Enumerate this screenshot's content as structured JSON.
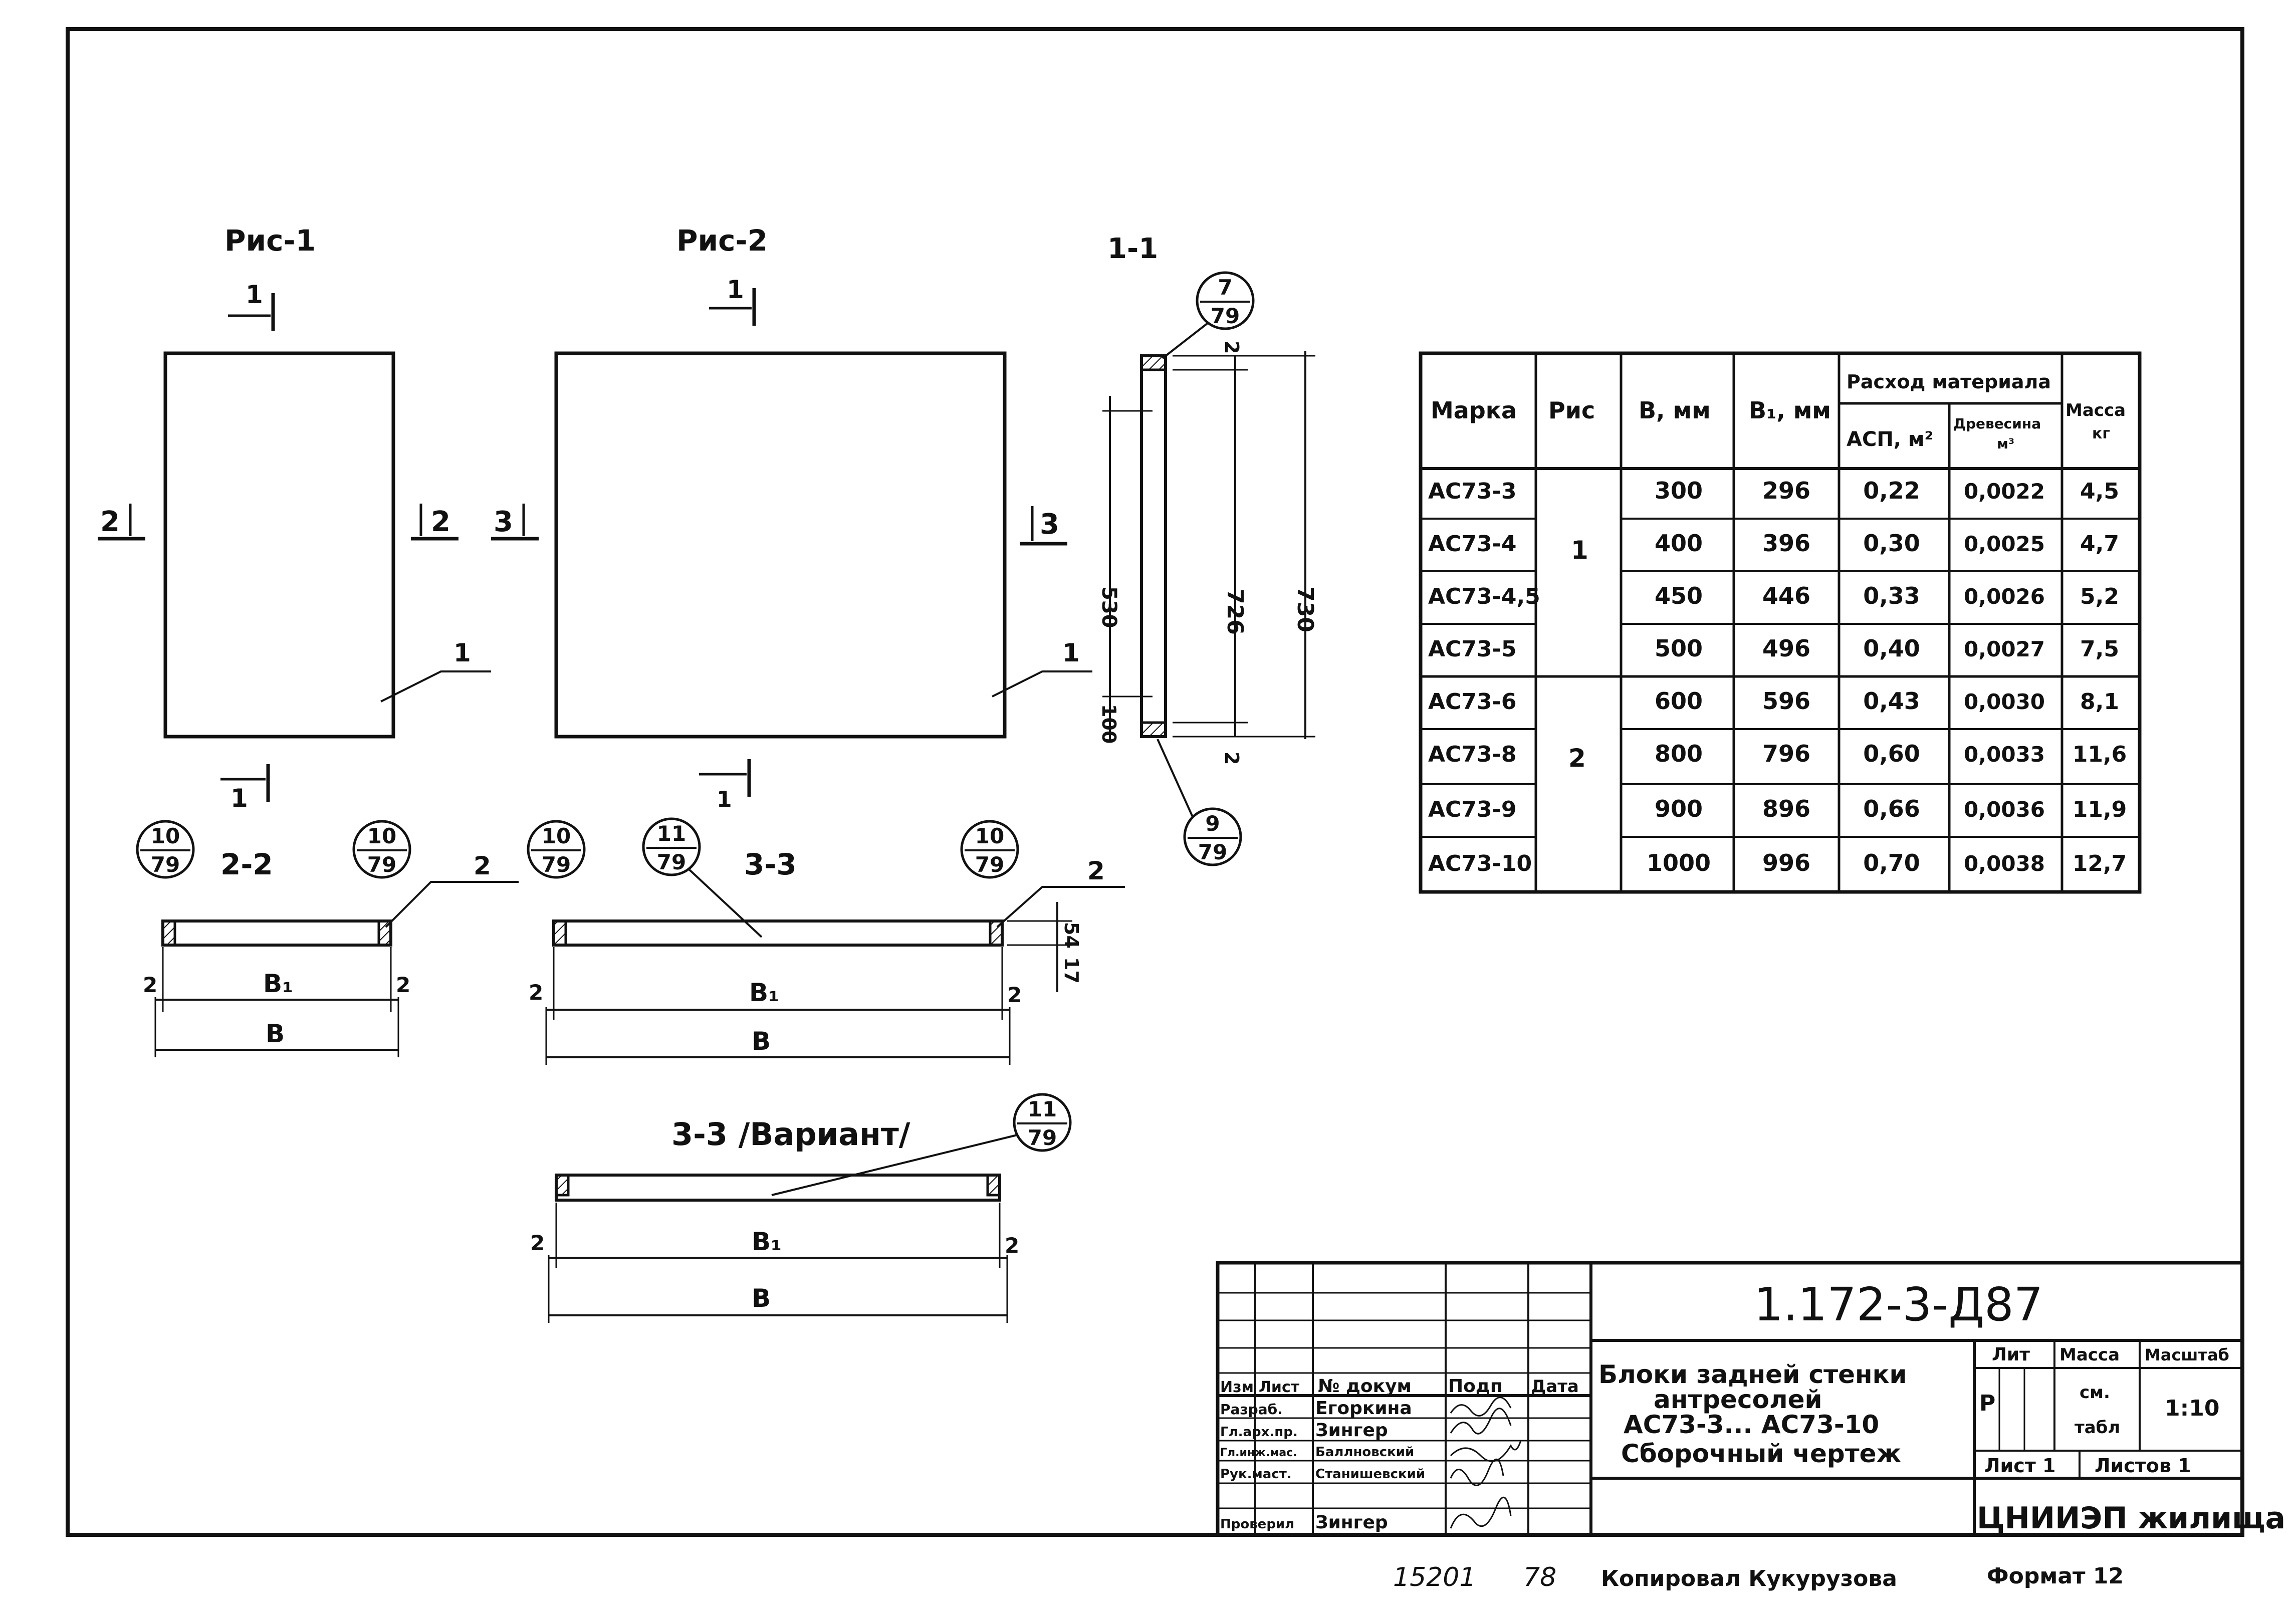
{
  "figures": {
    "fig1_title": "Рис-1",
    "fig2_title": "Рис-2",
    "section_1_1": "1-1",
    "section_2_2": "2-2",
    "section_3_3": "3-3",
    "section_3_3_variant": "3-3 /Вариант/",
    "cut_1": "1",
    "cut_2": "2",
    "cut_3": "3",
    "leader_1": "1",
    "leader_2": "2",
    "callouts": {
      "c7_79": [
        "7",
        "79"
      ],
      "c9_79": [
        "9",
        "79"
      ],
      "c10_79": [
        "10",
        "79"
      ],
      "c11_79": [
        "11",
        "79"
      ]
    },
    "dims": {
      "d530": "530",
      "d726": "726",
      "d730": "730",
      "d100": "100",
      "d2": "2",
      "d54": "54",
      "d17": "17",
      "b": "В",
      "b1": "В₁"
    }
  },
  "table": {
    "headers": {
      "marka": "Марка",
      "ris": "Рис",
      "b_mm": "В, мм",
      "b1_mm": "В₁, мм",
      "rashod": "Расход материала",
      "asp": "АСП, м²",
      "drevesina": "Древесина",
      "drevesina_unit": "м³",
      "massa": "Масса",
      "massa_unit": "кг"
    },
    "ris_groups": [
      "1",
      "2"
    ],
    "rows": [
      {
        "marka": "АС73-3",
        "b": "300",
        "b1": "296",
        "asp": "0,22",
        "wood": "0,0022",
        "mass": "4,5"
      },
      {
        "marka": "АС73-4",
        "b": "400",
        "b1": "396",
        "asp": "0,30",
        "wood": "0,0025",
        "mass": "4,7"
      },
      {
        "marka": "АС73-4,5",
        "b": "450",
        "b1": "446",
        "asp": "0,33",
        "wood": "0,0026",
        "mass": "5,2"
      },
      {
        "marka": "АС73-5",
        "b": "500",
        "b1": "496",
        "asp": "0,40",
        "wood": "0,0027",
        "mass": "7,5"
      },
      {
        "marka": "АС73-6",
        "b": "600",
        "b1": "596",
        "asp": "0,43",
        "wood": "0,0030",
        "mass": "8,1"
      },
      {
        "marka": "АС73-8",
        "b": "800",
        "b1": "796",
        "asp": "0,60",
        "wood": "0,0033",
        "mass": "11,6"
      },
      {
        "marka": "АС73-9",
        "b": "900",
        "b1": "896",
        "asp": "0,66",
        "wood": "0,0036",
        "mass": "11,9"
      },
      {
        "marka": "АС73-10",
        "b": "1000",
        "b1": "996",
        "asp": "0,70",
        "wood": "0,0038",
        "mass": "12,7"
      }
    ]
  },
  "title_block": {
    "doc_number": "1.172-3-Д87",
    "title_lines": [
      "Блоки задней стенки",
      "антресолей",
      "АС73-3... АС73-10",
      "Сборочный чертеж"
    ],
    "header_row": [
      "Изм",
      "Лист",
      "№ докум",
      "Подп",
      "Дата"
    ],
    "people": [
      {
        "role": "Разраб.",
        "name": "Егоркина"
      },
      {
        "role": "Гл.арх.пр.",
        "name": "Зингер"
      },
      {
        "role": "Гл.инж.мас.",
        "name": "Баллновский"
      },
      {
        "role": "Рук.маст.",
        "name": "Станишевский"
      },
      {
        "role": "Проверил",
        "name": "Зингер"
      }
    ],
    "lit_label": "Лит",
    "lit_value": "Р",
    "mass_label": "Масса",
    "mass_value": [
      "см.",
      "табл"
    ],
    "scale_label": "Масштаб",
    "scale_value": "1:10",
    "sheet": "Лист 1",
    "sheets": "Листов 1",
    "org": "ЦНИИЭП жилища"
  },
  "footer": {
    "inv": "15201",
    "num": "78",
    "copied": "Копировал Кукурузова",
    "format": "Формат 12"
  }
}
